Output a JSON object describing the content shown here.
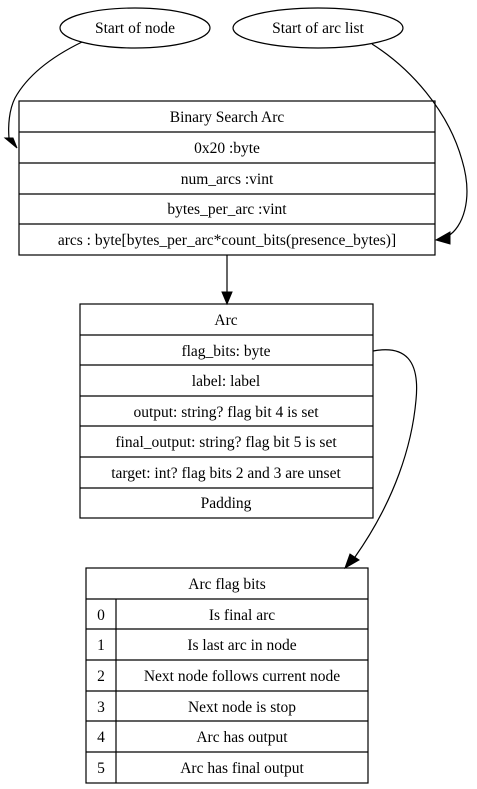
{
  "nodes": {
    "start_node": "Start of node",
    "start_arc_list": "Start of arc list"
  },
  "binary_search_arc": {
    "title": "Binary Search Arc",
    "fields": [
      "0x20 :byte",
      "num_arcs :vint",
      "bytes_per_arc :vint",
      "arcs : byte[bytes_per_arc*count_bits(presence_bytes)]"
    ]
  },
  "arc": {
    "title": "Arc",
    "fields": [
      "flag_bits: byte",
      "label: label",
      "output: string? flag bit 4 is set",
      "final_output: string? flag bit 5 is set",
      "target: int? flag bits 2 and 3 are unset",
      "Padding"
    ]
  },
  "arc_flag_bits": {
    "title": "Arc flag bits",
    "rows": [
      {
        "bit": "0",
        "desc": "Is final arc"
      },
      {
        "bit": "1",
        "desc": "Is last arc in node"
      },
      {
        "bit": "2",
        "desc": "Next node follows current node"
      },
      {
        "bit": "3",
        "desc": "Next node is stop"
      },
      {
        "bit": "4",
        "desc": "Arc has output"
      },
      {
        "bit": "5",
        "desc": "Arc has final output"
      }
    ]
  }
}
